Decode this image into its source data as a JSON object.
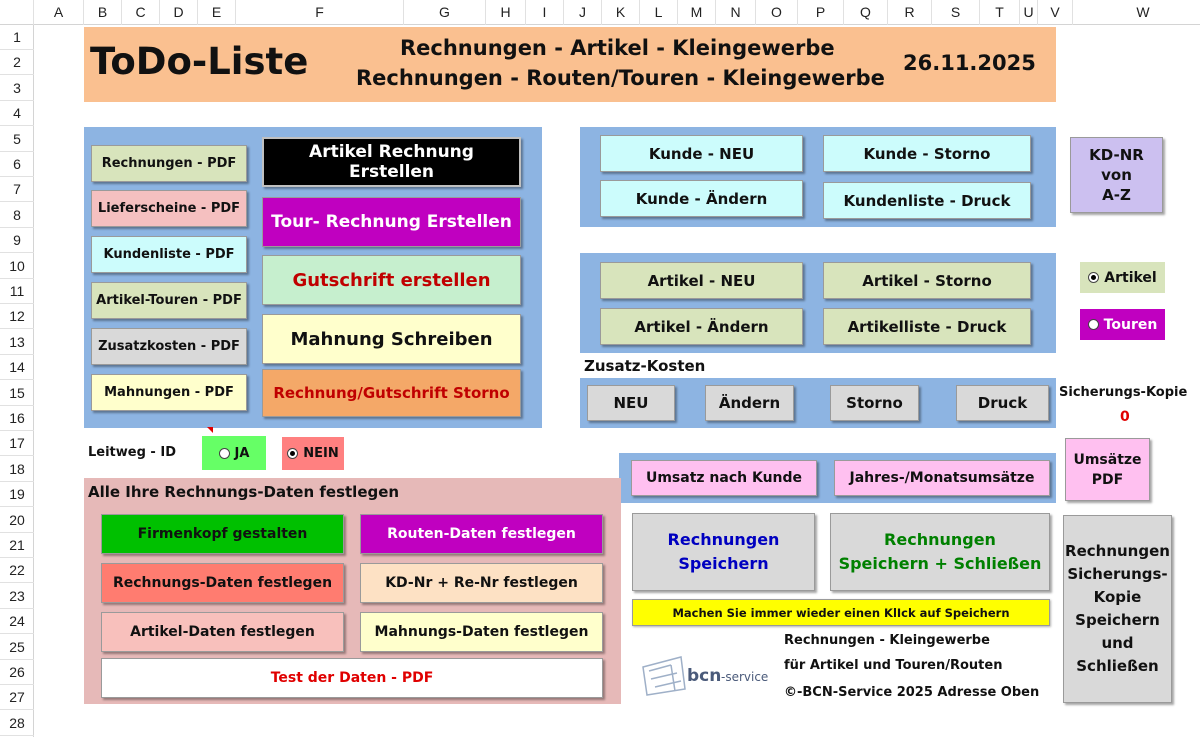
{
  "sheet": {
    "columns": [
      "A",
      "B",
      "C",
      "D",
      "E",
      "F",
      "G",
      "H",
      "I",
      "J",
      "K",
      "L",
      "M",
      "N",
      "O",
      "P",
      "Q",
      "R",
      "S",
      "T",
      "U",
      "V",
      "W"
    ],
    "rows": [
      "1",
      "2",
      "3",
      "4",
      "5",
      "6",
      "7",
      "8",
      "9",
      "10",
      "11",
      "12",
      "13",
      "14",
      "15",
      "16",
      "17",
      "18",
      "19",
      "20",
      "21",
      "22",
      "23",
      "24",
      "25",
      "26",
      "27",
      "28"
    ]
  },
  "header": {
    "title": "ToDo-Liste",
    "subtitle_1": "Rechnungen - Artikel - Kleingewerbe",
    "subtitle_2": "Rechnungen - Routen/Touren - Kleingewerbe",
    "date": "26.11.2025"
  },
  "pdf_buttons": [
    "Rechnungen - PDF",
    "Lieferscheine - PDF",
    "Kundenliste - PDF",
    "Artikel-Touren - PDF",
    "Zusatzkosten - PDF",
    "Mahnungen - PDF"
  ],
  "main_buttons": {
    "artikel_rechnung": "Artikel Rechnung Erstellen",
    "tour_rechnung": "Tour- Rechnung Erstellen",
    "gutschrift": "Gutschrift erstellen",
    "mahnung": "Mahnung Schreiben",
    "storno": "Rechnung/Gutschrift Storno"
  },
  "kunde": {
    "neu": "Kunde - NEU",
    "storno": "Kunde - Storno",
    "aendern": "Kunde - Ändern",
    "druck": "Kundenliste - Druck"
  },
  "kdnr_button": {
    "line1": "KD-NR",
    "line2": "von",
    "line3": "A-Z"
  },
  "artikel": {
    "neu": "Artikel - NEU",
    "storno": "Artikel - Storno",
    "aendern": "Artikel - Ändern",
    "druck": "Artikelliste - Druck"
  },
  "mode": {
    "artikel": "Artikel",
    "touren": "Touren",
    "selected": "Artikel"
  },
  "zusatz": {
    "title": "Zusatz-Kosten",
    "neu": "NEU",
    "aendern": "Ändern",
    "storno": "Storno",
    "druck": "Druck"
  },
  "sicherung": {
    "label": "Sicherungs-Kopie",
    "count": "0"
  },
  "leitweg": {
    "label": "Leitweg - ID",
    "ja": "JA",
    "nein": "NEIN",
    "selected": "NEIN"
  },
  "umsatz": {
    "kunde": "Umsatz nach Kunde",
    "jahres": "Jahres-/Monatsumsätze",
    "pdf_line1": "Umsätze",
    "pdf_line2": "PDF"
  },
  "daten": {
    "title": "Alle Ihre Rechnungs-Daten festlegen",
    "firmenkopf": "Firmenkopf gestalten",
    "routen": "Routen-Daten festlegen",
    "rechnungs": "Rechnungs-Daten festlegen",
    "kdnr": "KD-Nr + Re-Nr festlegen",
    "artikel": "Artikel-Daten festlegen",
    "mahnungs": "Mahnungs-Daten festlegen",
    "test": "Test der Daten  -   PDF"
  },
  "save": {
    "speichern_1": "Rechnungen",
    "speichern_2": "Speichern",
    "schliessen_1": "Rechnungen",
    "schliessen_2": "Speichern  +  Schließen",
    "backup_1": "Rechnungen",
    "backup_2": "Sicherungs-",
    "backup_3": "Kopie",
    "backup_4": "Speichern",
    "backup_5": "und",
    "backup_6": "Schließen",
    "hint": "Machen Sie immer wieder einen KlIck auf Speichern"
  },
  "footer": {
    "logo": "bcn-service",
    "line1": "Rechnungen - Kleingewerbe",
    "line2": "für Artikel und Touren/Routen",
    "line3": "©-BCN-Service 2025 Adresse Oben"
  },
  "colors": {
    "header_bg": "#fac090",
    "panel_blue": "#8db4e2",
    "panel_rose": "#e6b9b8",
    "btn_grey": "#d9d9d9",
    "btn_green": "#d8e4bc",
    "btn_cyan": "#ccfcfc",
    "btn_pink": "#f5c0c0"
  }
}
